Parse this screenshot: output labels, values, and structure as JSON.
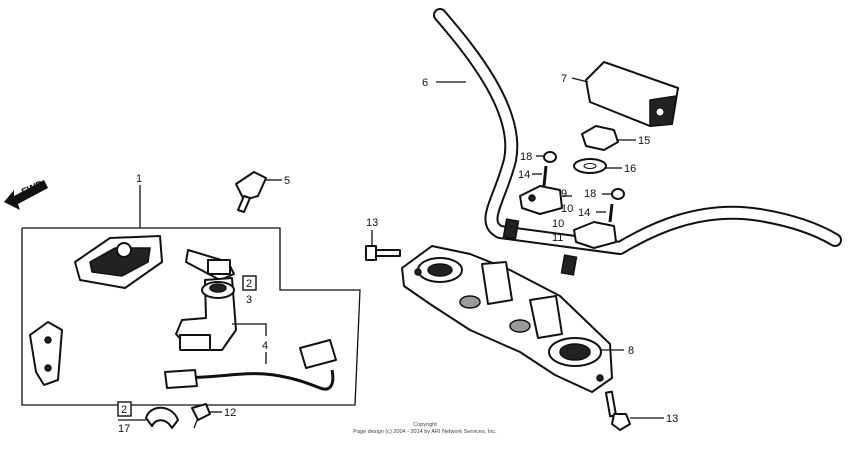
{
  "diagram": {
    "fwd_label": "FWD",
    "labels": {
      "p1": "1",
      "p2a": "2",
      "p2b": "2",
      "p3": "3",
      "p4": "4",
      "p5": "5",
      "p6": "6",
      "p7": "7",
      "p8": "8",
      "p9": "9",
      "p10a": "10",
      "p10b": "10",
      "p11": "11",
      "p12": "12",
      "p13a": "13",
      "p13b": "13",
      "p14a": "14",
      "p14b": "14",
      "p15": "15",
      "p16": "16",
      "p17": "17",
      "p18a": "18",
      "p18b": "18"
    },
    "copyright": {
      "line1": "Copyright",
      "line2": "Page design (c) 2004 - 2014 by ARI Network Services, Inc."
    }
  }
}
